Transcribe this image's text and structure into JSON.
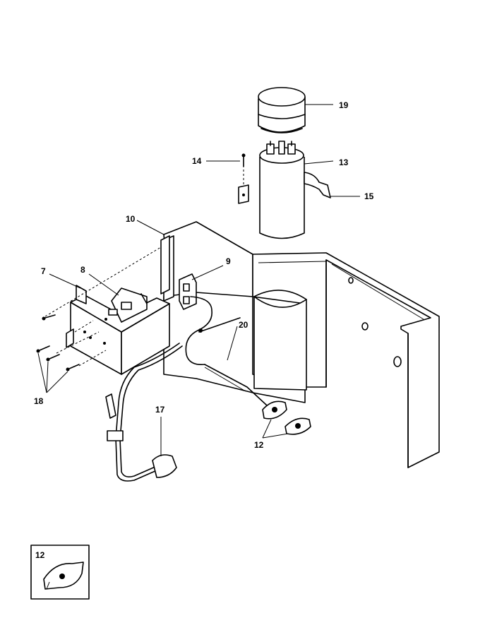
{
  "callouts": {
    "c19": "19",
    "c14": "14",
    "c13": "13",
    "c15": "15",
    "c10": "10",
    "c9": "9",
    "c7": "7",
    "c8": "8",
    "c20": "20",
    "c18": "18",
    "c17": "17",
    "c12": "12"
  },
  "inset": {
    "label": "12"
  }
}
